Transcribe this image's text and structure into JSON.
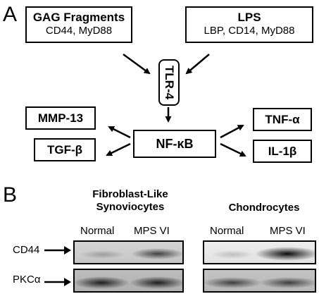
{
  "panels": {
    "a": "A",
    "b": "B"
  },
  "diagram": {
    "gag": {
      "title": "GAG Fragments",
      "sub": "CD44, MyD88"
    },
    "lps": {
      "title": "LPS",
      "sub": "LBP, CD14, MyD88"
    },
    "tlr4": "TLR-4",
    "nfkb": "NF-κB",
    "mmp13": "MMP-13",
    "tgfb": "TGF-β",
    "tnfa": "TNF-α",
    "il1b": "IL-1β"
  },
  "blot": {
    "group1": {
      "title_line1": "Fibroblast-Like",
      "title_line2": "Synoviocytes",
      "col1": "Normal",
      "col2": "MPS VI"
    },
    "group2": {
      "title": "Chondrocytes",
      "col1": "Normal",
      "col2": "MPS VI"
    },
    "rows": {
      "cd44": "CD44",
      "pkc": "PKCα"
    }
  }
}
